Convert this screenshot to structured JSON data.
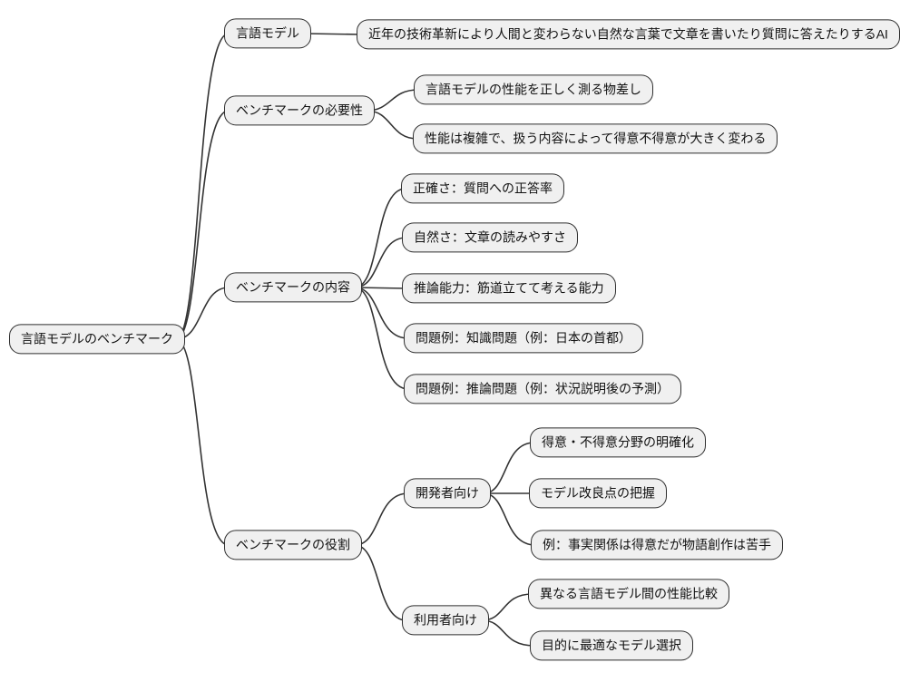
{
  "mindmap": {
    "root": {
      "label": "言語モデルのベンチマーク",
      "children": [
        {
          "label": "言語モデル",
          "children": [
            {
              "label": "近年の技術革新により人間と変わらない自然な言葉で文章を書いたり質問に答えたりするAI"
            }
          ]
        },
        {
          "label": "ベンチマークの必要性",
          "children": [
            {
              "label": "言語モデルの性能を正しく測る物差し"
            },
            {
              "label": "性能は複雑で、扱う内容によって得意不得意が大きく変わる"
            }
          ]
        },
        {
          "label": "ベンチマークの内容",
          "children": [
            {
              "label": "正確さ：質問への正答率"
            },
            {
              "label": "自然さ：文章の読みやすさ"
            },
            {
              "label": "推論能力：筋道立てて考える能力"
            },
            {
              "label": "問題例：知識問題（例：日本の首都）"
            },
            {
              "label": "問題例：推論問題（例：状況説明後の予測）"
            }
          ]
        },
        {
          "label": "ベンチマークの役割",
          "children": [
            {
              "label": "開発者向け",
              "children": [
                {
                  "label": "得意・不得意分野の明確化"
                },
                {
                  "label": "モデル改良点の把握"
                },
                {
                  "label": "例：事実関係は得意だが物語創作は苦手"
                }
              ]
            },
            {
              "label": "利用者向け",
              "children": [
                {
                  "label": "異なる言語モデル間の性能比較"
                },
                {
                  "label": "目的に最適なモデル選択"
                }
              ]
            }
          ]
        }
      ]
    },
    "colors": {
      "node_fill": "#f0f0f0",
      "node_border": "#2f2f2f",
      "connector": "#333333",
      "text": "#111111",
      "background": "#ffffff"
    }
  }
}
